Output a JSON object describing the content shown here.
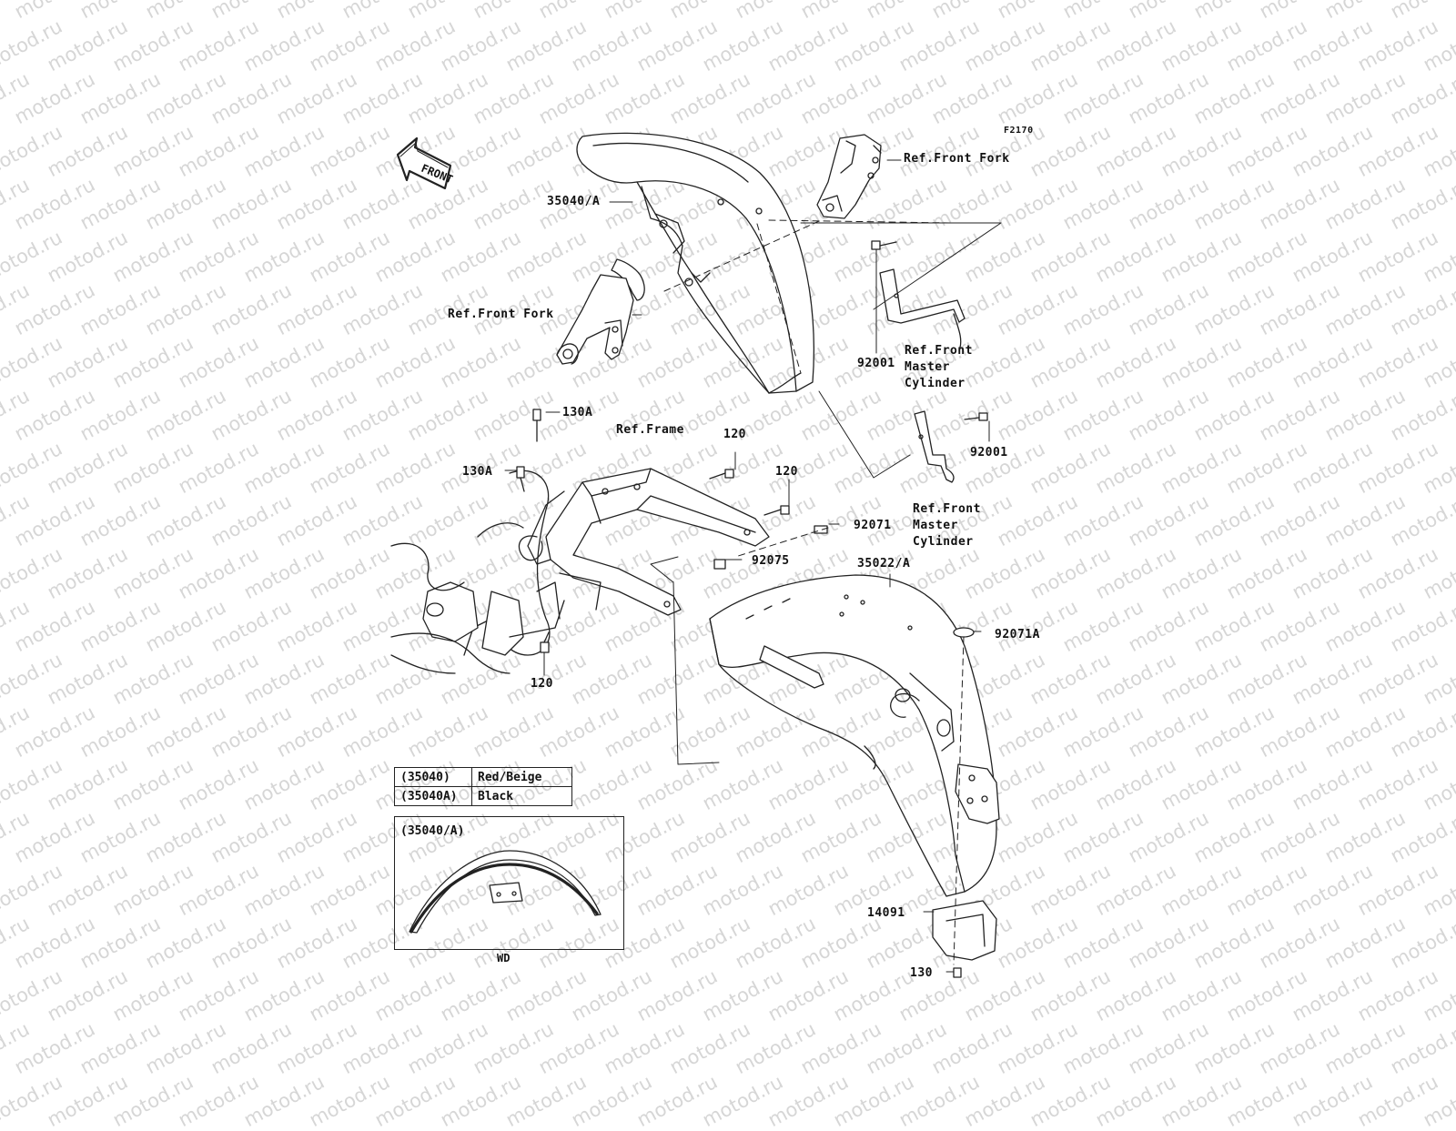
{
  "watermark": "motod.ru",
  "diagram_code": "F2170",
  "front_badge": "FRONT",
  "labels": {
    "p35040a": "35040/A",
    "ref_front_fork_top": "Ref.Front Fork",
    "ref_front_fork_left": "Ref.Front Fork",
    "p92001_a": "92001",
    "ref_master_cyl_a": "Ref.Front\nMaster\nCylinder",
    "p92001_b": "92001",
    "ref_master_cyl_b": "Ref.Front\nMaster\nCylinder",
    "p130a_top": "130A",
    "p130a_left": "130A",
    "ref_frame": "Ref.Frame",
    "p120_a": "120",
    "p120_b": "120",
    "p120_c": "120",
    "p92071": "92071",
    "p92075": "92075",
    "p35022a": "35022/A",
    "p92071a": "92071A",
    "p14091": "14091",
    "p130": "130"
  },
  "color_table": [
    {
      "code": "(35040)",
      "color": "Red/Beige"
    },
    {
      "code": "(35040A)",
      "color": "Black"
    }
  ],
  "inset": {
    "title": "(35040/A)",
    "caption": "WD"
  },
  "colors": {
    "line": "#222222",
    "watermark": "#d6d6d6",
    "background": "#ffffff"
  }
}
